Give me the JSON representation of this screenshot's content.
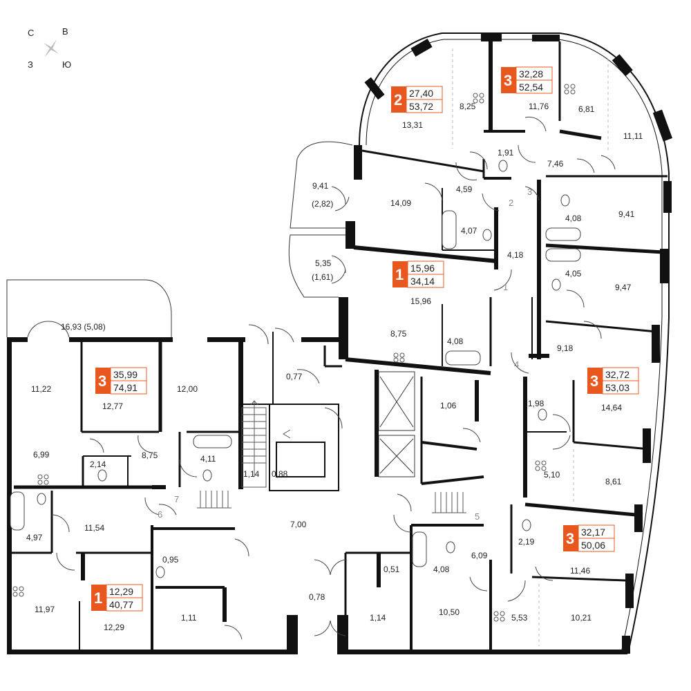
{
  "compass": {
    "n": "С",
    "e": "В",
    "w": "З",
    "s": "Ю"
  },
  "accent_color": "#e8571e",
  "apartments": [
    {
      "rooms": "2",
      "living": "27,40",
      "total": "53,72"
    },
    {
      "rooms": "3",
      "living": "32,28",
      "total": "52,54"
    },
    {
      "rooms": "1",
      "living": "15,96",
      "total": "34,14"
    },
    {
      "rooms": "3",
      "living": "35,99",
      "total": "74,91"
    },
    {
      "rooms": "3",
      "living": "32,72",
      "total": "53,03"
    },
    {
      "rooms": "3",
      "living": "32,17",
      "total": "50,06"
    },
    {
      "rooms": "1",
      "living": "12,29",
      "total": "40,77"
    }
  ],
  "areas": [
    "8,25",
    "13,31",
    "11,76",
    "6,81",
    "11,11",
    "1,91",
    "7,46",
    "9,41",
    "(2,82)",
    "14,09",
    "4,59",
    "4,07",
    "9,41",
    "4,08",
    "5,35",
    "(1,61)",
    "4,18",
    "4,05",
    "9,47",
    "15,96",
    "8,75",
    "4,08",
    "9,18",
    "16,93 (5,08)",
    "11,22",
    "12,77",
    "12,00",
    "0,77",
    "1,06",
    "1,98",
    "14,64",
    "6,99",
    "2,14",
    "8,75",
    "4,11",
    "1,14",
    "0,88",
    "5,10",
    "8,61",
    "11,54",
    "4,97",
    "7,00",
    "2,19",
    "11,46",
    "0,95",
    "4,08",
    "6,09",
    "0,51",
    "11,97",
    "12,29",
    "1,11",
    "0,78",
    "1,14",
    "10,50",
    "5,53",
    "10,21"
  ],
  "entries": [
    "1",
    "2",
    "3",
    "4",
    "5",
    "6",
    "7"
  ]
}
